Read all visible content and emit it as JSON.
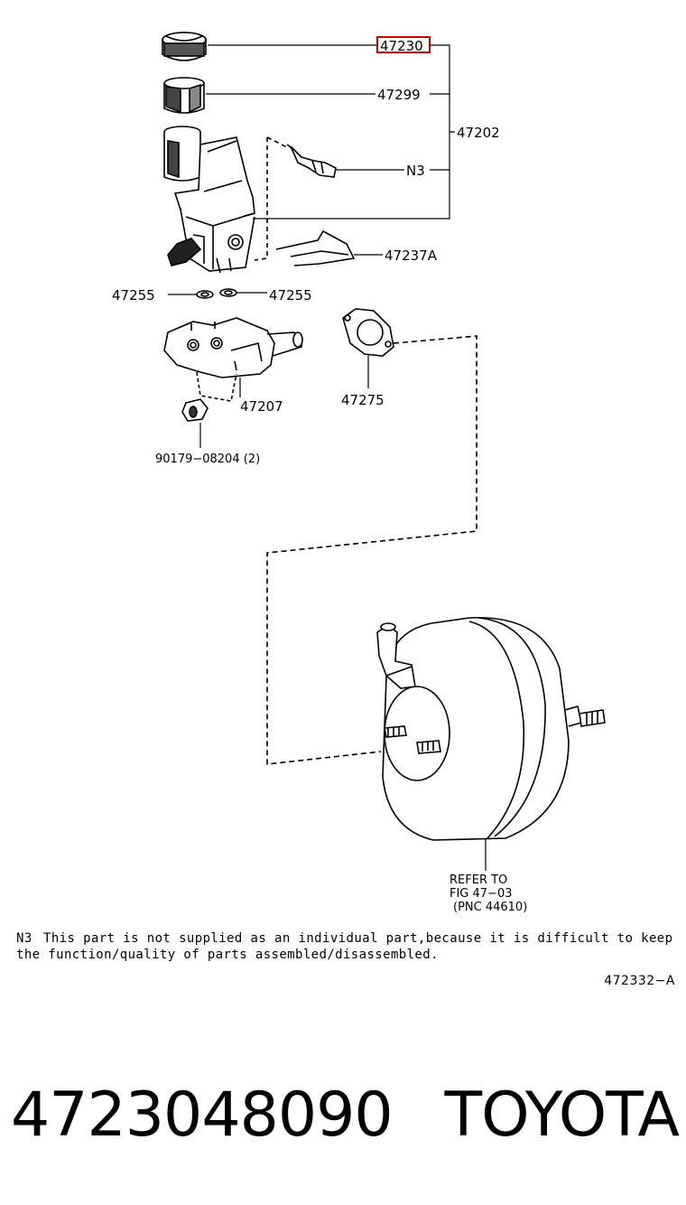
{
  "labels": {
    "p47230": "47230",
    "p47299": "47299",
    "p47202": "47202",
    "pN3": "N3",
    "p47237A": "47237A",
    "p47255_left": "47255",
    "p47255_right": "47255",
    "p47207": "47207",
    "p47275": "47275",
    "p90179": "90179−08204 (2)"
  },
  "refer": {
    "line1": "REFER TO",
    "line2": "FIG 47−03",
    "line3": "(PNC 44610)"
  },
  "note": {
    "code": "N3",
    "text": "This part is not supplied as an individual part,because it is difficult to keep the function/quality of parts assembled/disassembled."
  },
  "figure_ref": "472332−A",
  "footer": {
    "part_number": "4723048090",
    "brand": "TOYOTA"
  },
  "highlight_color": "#cc0000"
}
